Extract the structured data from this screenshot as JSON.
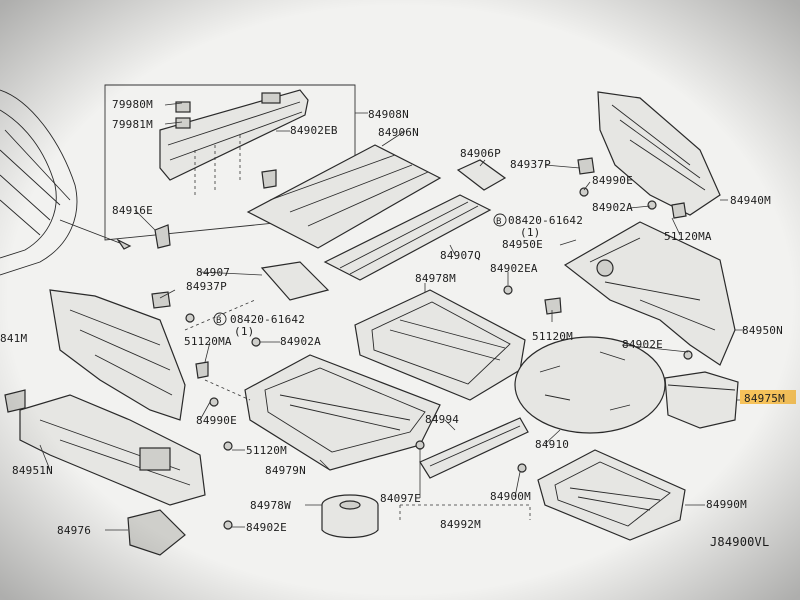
{
  "diagram_id": "J84900VL",
  "highlight_color": "#f6c25a",
  "labels": {
    "p79980m": "79980M",
    "p79981m": "79981M",
    "p84908n": "84908N",
    "p84902eb": "84902EB",
    "p84906n": "84906N",
    "p84906p": "84906P",
    "p84937p_a": "84937P",
    "p84990e_a": "84990E",
    "p84902a_a": "84902A",
    "p84940m": "84940M",
    "p84916e": "84916E",
    "p08420_a": "08420-61642",
    "p08420_a_q": "(1)",
    "p84950e": "84950E",
    "p51120ma_a": "51120MA",
    "p84907q": "84907Q",
    "p84907": "84907",
    "p84937p_b": "84937P",
    "p84978m": "84978M",
    "p84902ea": "84902EA",
    "p08420_b": "08420-61642",
    "p08420_b_q": "(1)",
    "p51120m_a": "51120M",
    "p84950n": "84950N",
    "p84941m": "841M",
    "p51120ma_b": "51120MA",
    "p84902a_b": "84902A",
    "p84902e_a": "84902E",
    "p84975m": "84975M",
    "p84990e_b": "84990E",
    "p84994": "84994",
    "p84910": "84910",
    "p51120m_b": "51120M",
    "p84951n": "84951N",
    "p84979n": "84979N",
    "p84900m": "84900M",
    "p84990m": "84990M",
    "p84978w": "84978W",
    "p84097e": "84097E",
    "p84976": "84976",
    "p84902e_b": "84902E",
    "p84992m": "84992M",
    "b_marker": "B"
  }
}
